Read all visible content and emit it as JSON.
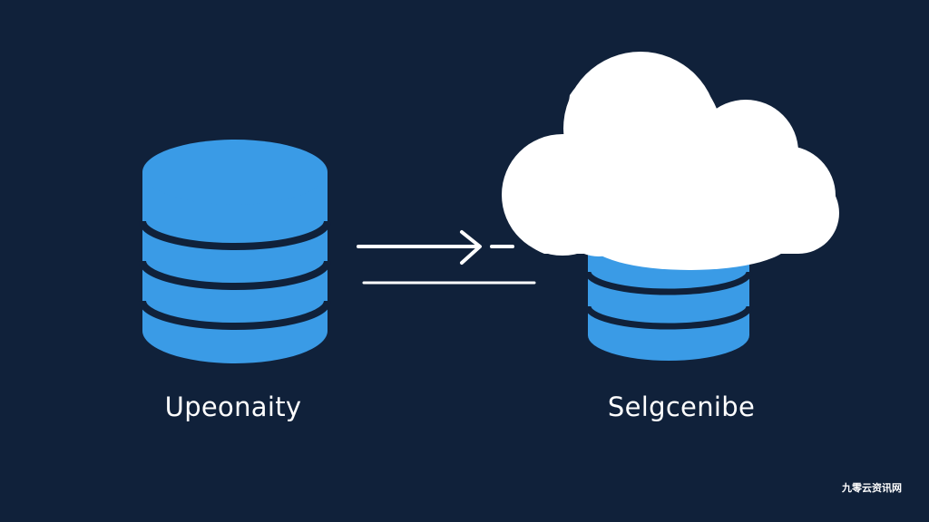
{
  "colors": {
    "background": "#10213a",
    "database": "#3a9be6",
    "database_lines": "#10213a",
    "cloud": "#ffffff",
    "arrow": "#ffffff",
    "text": "#ffffff"
  },
  "diagram": {
    "left_node": {
      "icon": "database-icon",
      "label": "Upeonaity"
    },
    "right_node": {
      "icon": "cloud-database-icon",
      "label": "Selgcenibe"
    },
    "connector": {
      "icon": "arrow-right-icon"
    }
  },
  "watermark": {
    "text": "九零云资讯网"
  }
}
